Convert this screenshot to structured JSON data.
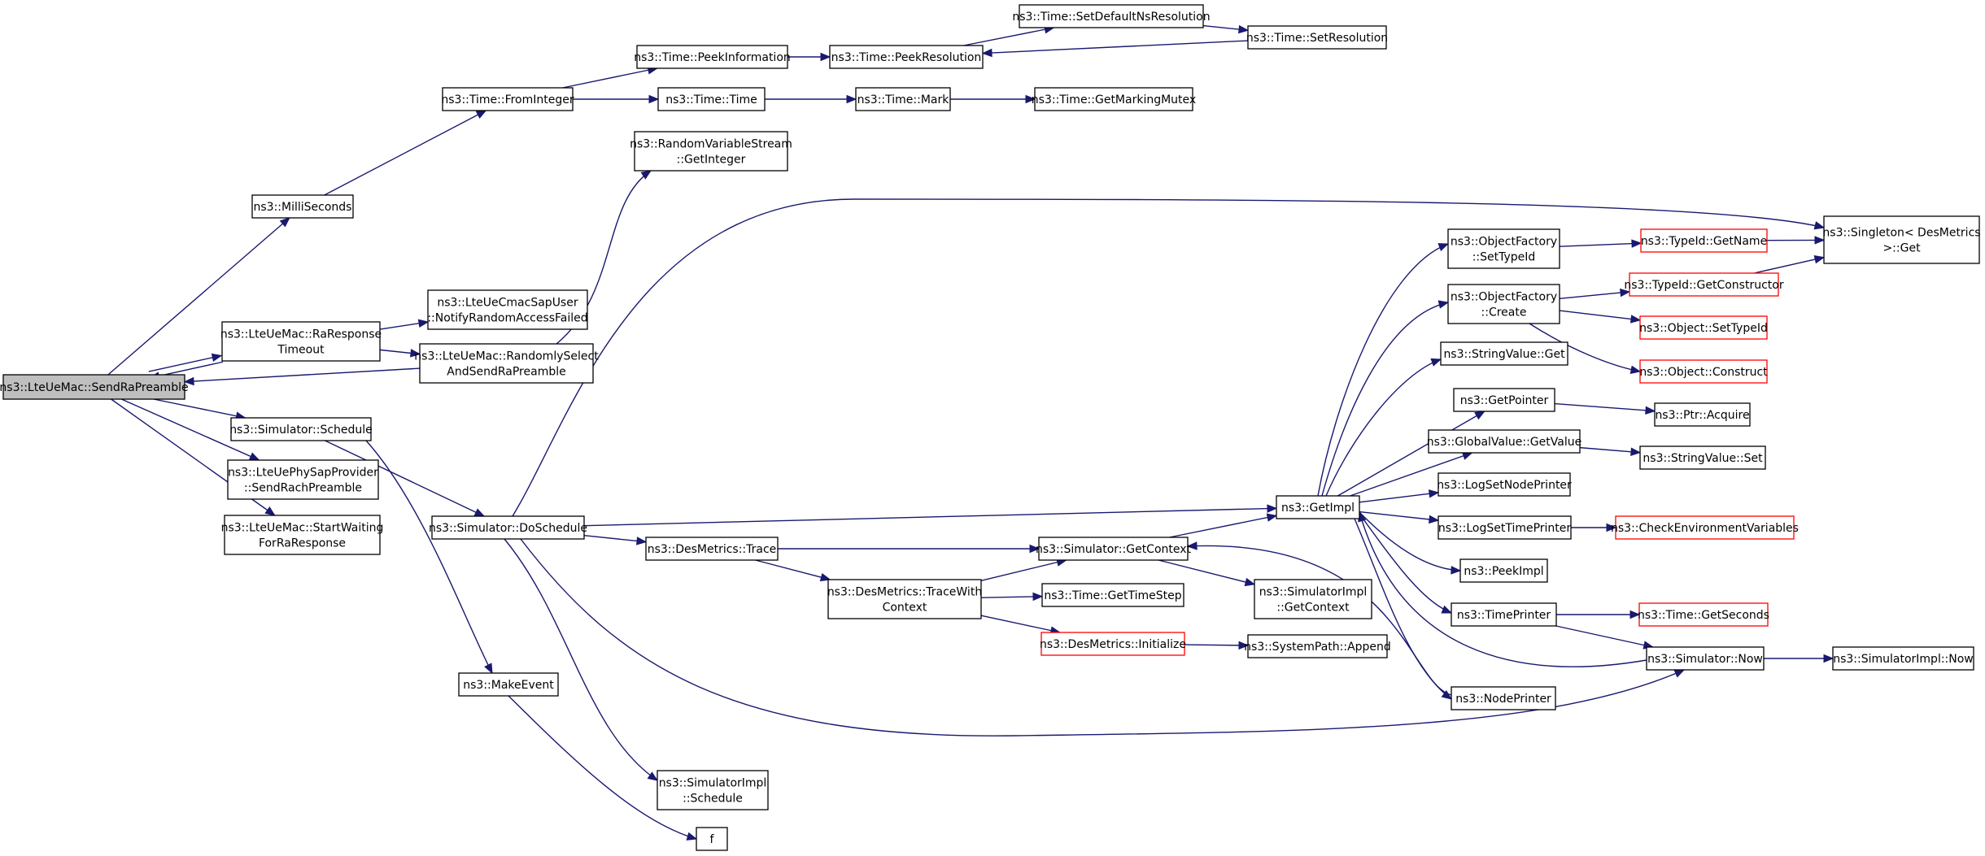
{
  "nodes": [
    {
      "id": "n0",
      "lines": [
        "ns3::LteUeMac::SendRaPreamble"
      ],
      "style": "root"
    },
    {
      "id": "n1",
      "lines": [
        "ns3::MilliSeconds"
      ]
    },
    {
      "id": "n2",
      "lines": [
        "ns3::Time::FromInteger"
      ]
    },
    {
      "id": "n3",
      "lines": [
        "ns3::Time::PeekInformation"
      ]
    },
    {
      "id": "n4",
      "lines": [
        "ns3::Time::PeekResolution"
      ]
    },
    {
      "id": "n5",
      "lines": [
        "ns3::Time::SetDefaultNsResolution"
      ]
    },
    {
      "id": "n6",
      "lines": [
        "ns3::Time::SetResolution"
      ]
    },
    {
      "id": "n7",
      "lines": [
        "ns3::Time::Time"
      ]
    },
    {
      "id": "n8",
      "lines": [
        "ns3::Time::Mark"
      ]
    },
    {
      "id": "n9",
      "lines": [
        "ns3::Time::GetMarkingMutex"
      ]
    },
    {
      "id": "n10",
      "lines": [
        "ns3::RandomVariableStream",
        "::GetInteger"
      ]
    },
    {
      "id": "n11",
      "lines": [
        "ns3::LteUeMac::RaResponse",
        "Timeout"
      ]
    },
    {
      "id": "n12",
      "lines": [
        "ns3::LteUeCmacSapUser",
        "::NotifyRandomAccessFailed"
      ]
    },
    {
      "id": "n13",
      "lines": [
        "ns3::LteUeMac::RandomlySelect",
        "AndSendRaPreamble"
      ]
    },
    {
      "id": "n14",
      "lines": [
        "ns3::Simulator::Schedule"
      ]
    },
    {
      "id": "n15",
      "lines": [
        "ns3::LteUePhySapProvider",
        "::SendRachPreamble"
      ]
    },
    {
      "id": "n16",
      "lines": [
        "ns3::LteUeMac::StartWaiting",
        "ForRaResponse"
      ]
    },
    {
      "id": "n17",
      "lines": [
        "ns3::Simulator::DoSchedule"
      ]
    },
    {
      "id": "n18",
      "lines": [
        "ns3::MakeEvent"
      ]
    },
    {
      "id": "n19",
      "lines": [
        "ns3::SimulatorImpl",
        "::Schedule"
      ]
    },
    {
      "id": "n20",
      "lines": [
        "f"
      ]
    },
    {
      "id": "n21",
      "lines": [
        "ns3::DesMetrics::Trace"
      ]
    },
    {
      "id": "n22",
      "lines": [
        "ns3::DesMetrics::TraceWith",
        "Context"
      ]
    },
    {
      "id": "n23",
      "lines": [
        "ns3::Simulator::GetContext"
      ]
    },
    {
      "id": "n24",
      "lines": [
        "ns3::Time::GetTimeStep"
      ]
    },
    {
      "id": "n25",
      "lines": [
        "ns3::DesMetrics::Initialize"
      ],
      "style": "red"
    },
    {
      "id": "n26",
      "lines": [
        "ns3::SimulatorImpl",
        "::GetContext"
      ]
    },
    {
      "id": "n27",
      "lines": [
        "ns3::SystemPath::Append"
      ]
    },
    {
      "id": "n28",
      "lines": [
        "ns3::GetImpl"
      ]
    },
    {
      "id": "n29",
      "lines": [
        "ns3::ObjectFactory",
        "::SetTypeId"
      ]
    },
    {
      "id": "n30",
      "lines": [
        "ns3::ObjectFactory",
        "::Create"
      ]
    },
    {
      "id": "n31",
      "lines": [
        "ns3::StringValue::Get"
      ]
    },
    {
      "id": "n32",
      "lines": [
        "ns3::GetPointer"
      ]
    },
    {
      "id": "n33",
      "lines": [
        "ns3::GlobalValue::GetValue"
      ]
    },
    {
      "id": "n34",
      "lines": [
        "ns3::LogSetNodePrinter"
      ]
    },
    {
      "id": "n35",
      "lines": [
        "ns3::LogSetTimePrinter"
      ]
    },
    {
      "id": "n36",
      "lines": [
        "ns3::PeekImpl"
      ]
    },
    {
      "id": "n37",
      "lines": [
        "ns3::TimePrinter"
      ]
    },
    {
      "id": "n38",
      "lines": [
        "ns3::NodePrinter"
      ]
    },
    {
      "id": "n39",
      "lines": [
        "ns3::TypeId::GetName"
      ],
      "style": "red"
    },
    {
      "id": "n40",
      "lines": [
        "ns3::TypeId::GetConstructor"
      ],
      "style": "red"
    },
    {
      "id": "n41",
      "lines": [
        "ns3::Object::SetTypeId"
      ],
      "style": "red"
    },
    {
      "id": "n42",
      "lines": [
        "ns3::Object::Construct"
      ],
      "style": "red"
    },
    {
      "id": "n43",
      "lines": [
        "ns3::Singleton< DesMetrics",
        ">::Get"
      ]
    },
    {
      "id": "n44",
      "lines": [
        "ns3::Ptr::Acquire"
      ]
    },
    {
      "id": "n45",
      "lines": [
        "ns3::StringValue::Set"
      ]
    },
    {
      "id": "n46",
      "lines": [
        "ns3::CheckEnvironmentVariables"
      ],
      "style": "red"
    },
    {
      "id": "n47",
      "lines": [
        "ns3::Time::GetSeconds"
      ],
      "style": "red"
    },
    {
      "id": "n48",
      "lines": [
        "ns3::Simulator::Now"
      ]
    },
    {
      "id": "n49",
      "lines": [
        "ns3::SimulatorImpl::Now"
      ]
    }
  ],
  "edges": [
    [
      "n0",
      "n1"
    ],
    [
      "n1",
      "n2"
    ],
    [
      "n2",
      "n3"
    ],
    [
      "n3",
      "n4"
    ],
    [
      "n4",
      "n5"
    ],
    [
      "n5",
      "n6"
    ],
    [
      "n6",
      "n4"
    ],
    [
      "n2",
      "n7"
    ],
    [
      "n7",
      "n8"
    ],
    [
      "n8",
      "n9"
    ],
    [
      "n0",
      "n11"
    ],
    [
      "n11",
      "n0"
    ],
    [
      "n11",
      "n12"
    ],
    [
      "n11",
      "n13"
    ],
    [
      "n13",
      "n0"
    ],
    [
      "n13",
      "n10"
    ],
    [
      "n0",
      "n14"
    ],
    [
      "n0",
      "n15"
    ],
    [
      "n0",
      "n16"
    ],
    [
      "n14",
      "n17"
    ],
    [
      "n14",
      "n18"
    ],
    [
      "n18",
      "n20"
    ],
    [
      "n17",
      "n43"
    ],
    [
      "n17",
      "n28"
    ],
    [
      "n17",
      "n21"
    ],
    [
      "n17",
      "n19"
    ],
    [
      "n17",
      "n48"
    ],
    [
      "n21",
      "n23"
    ],
    [
      "n21",
      "n22"
    ],
    [
      "n22",
      "n23"
    ],
    [
      "n22",
      "n24"
    ],
    [
      "n22",
      "n25"
    ],
    [
      "n23",
      "n26"
    ],
    [
      "n23",
      "n28"
    ],
    [
      "n25",
      "n27"
    ],
    [
      "n28",
      "n29"
    ],
    [
      "n28",
      "n30"
    ],
    [
      "n28",
      "n31"
    ],
    [
      "n28",
      "n32"
    ],
    [
      "n28",
      "n33"
    ],
    [
      "n28",
      "n34"
    ],
    [
      "n28",
      "n35"
    ],
    [
      "n28",
      "n36"
    ],
    [
      "n28",
      "n37"
    ],
    [
      "n28",
      "n38"
    ],
    [
      "n29",
      "n39"
    ],
    [
      "n39",
      "n43"
    ],
    [
      "n30",
      "n40"
    ],
    [
      "n40",
      "n43"
    ],
    [
      "n30",
      "n41"
    ],
    [
      "n30",
      "n42"
    ],
    [
      "n32",
      "n44"
    ],
    [
      "n33",
      "n45"
    ],
    [
      "n35",
      "n46"
    ],
    [
      "n37",
      "n47"
    ],
    [
      "n37",
      "n48"
    ],
    [
      "n48",
      "n28"
    ],
    [
      "n48",
      "n49"
    ],
    [
      "n38",
      "n23"
    ]
  ]
}
